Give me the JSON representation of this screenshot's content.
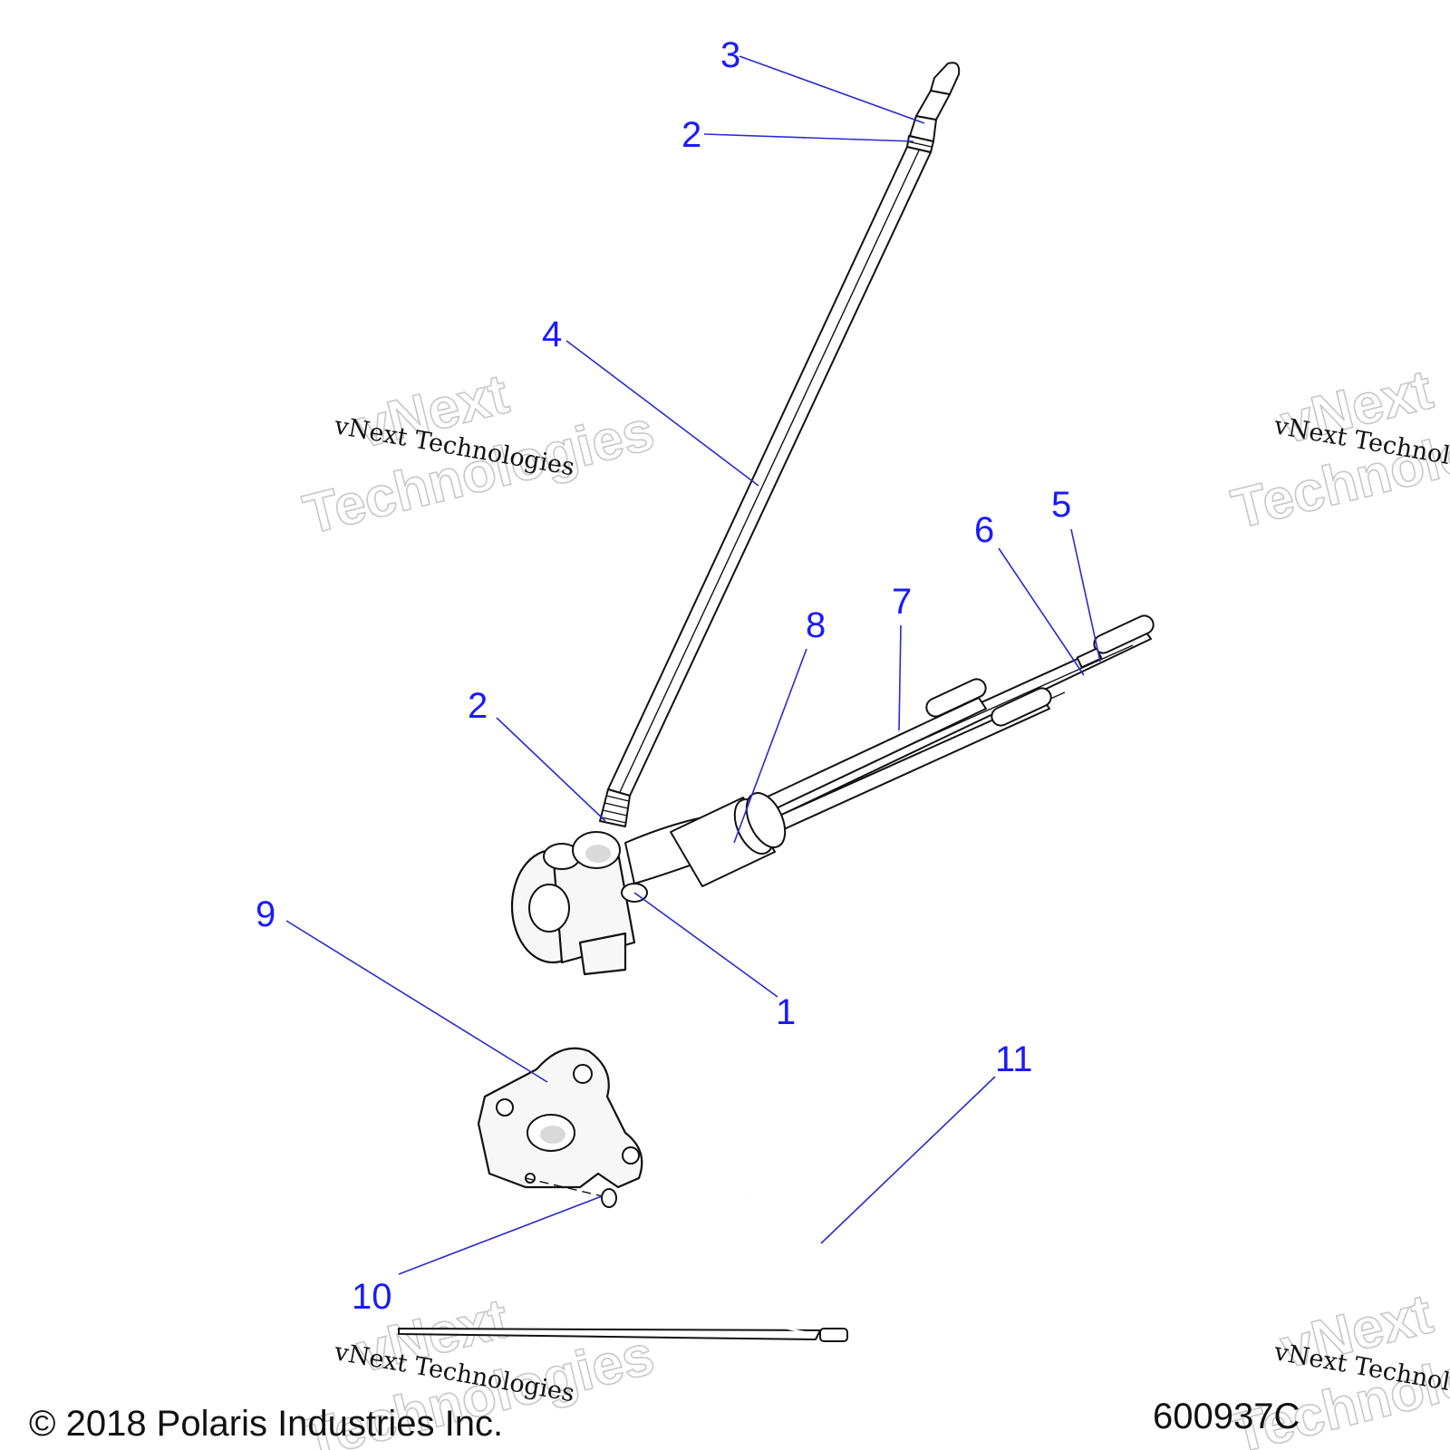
{
  "callouts": [
    "3",
    "2",
    "4",
    "2",
    "8",
    "7",
    "6",
    "5",
    "9",
    "1",
    "11",
    "10"
  ],
  "watermark": {
    "line1": "vNext",
    "line2": "Technologies",
    "mono": "vNext Technologies"
  },
  "footer": {
    "copyright": "© 2018 Polaris Industries Inc.",
    "figure_number": "600937C"
  }
}
